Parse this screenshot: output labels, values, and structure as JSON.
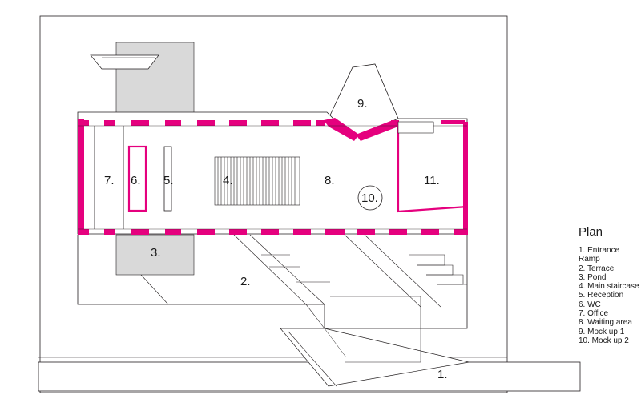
{
  "colors": {
    "wall": "#e5007e",
    "line": "#231f20",
    "grey_fill": "#d9d9d9",
    "background": "#ffffff"
  },
  "room_labels": {
    "entrance_ramp": "1.",
    "terrace": "2.",
    "pond": "3.",
    "main_staircase": "4.",
    "reception": "5.",
    "wc": "6.",
    "office": "7.",
    "waiting_area": "8.",
    "mock_up_1": "9.",
    "mock_up_2": "10.",
    "room_11": "11."
  },
  "legend": {
    "title": "Plan",
    "items": [
      "1. Entrance Ramp",
      "2. Terrace",
      "3. Pond",
      "4. Main staircase",
      "5. Reception",
      "6. WC",
      "7. Office",
      "8. Waiting area",
      "9. Mock up 1",
      "10. Mock up 2"
    ]
  }
}
